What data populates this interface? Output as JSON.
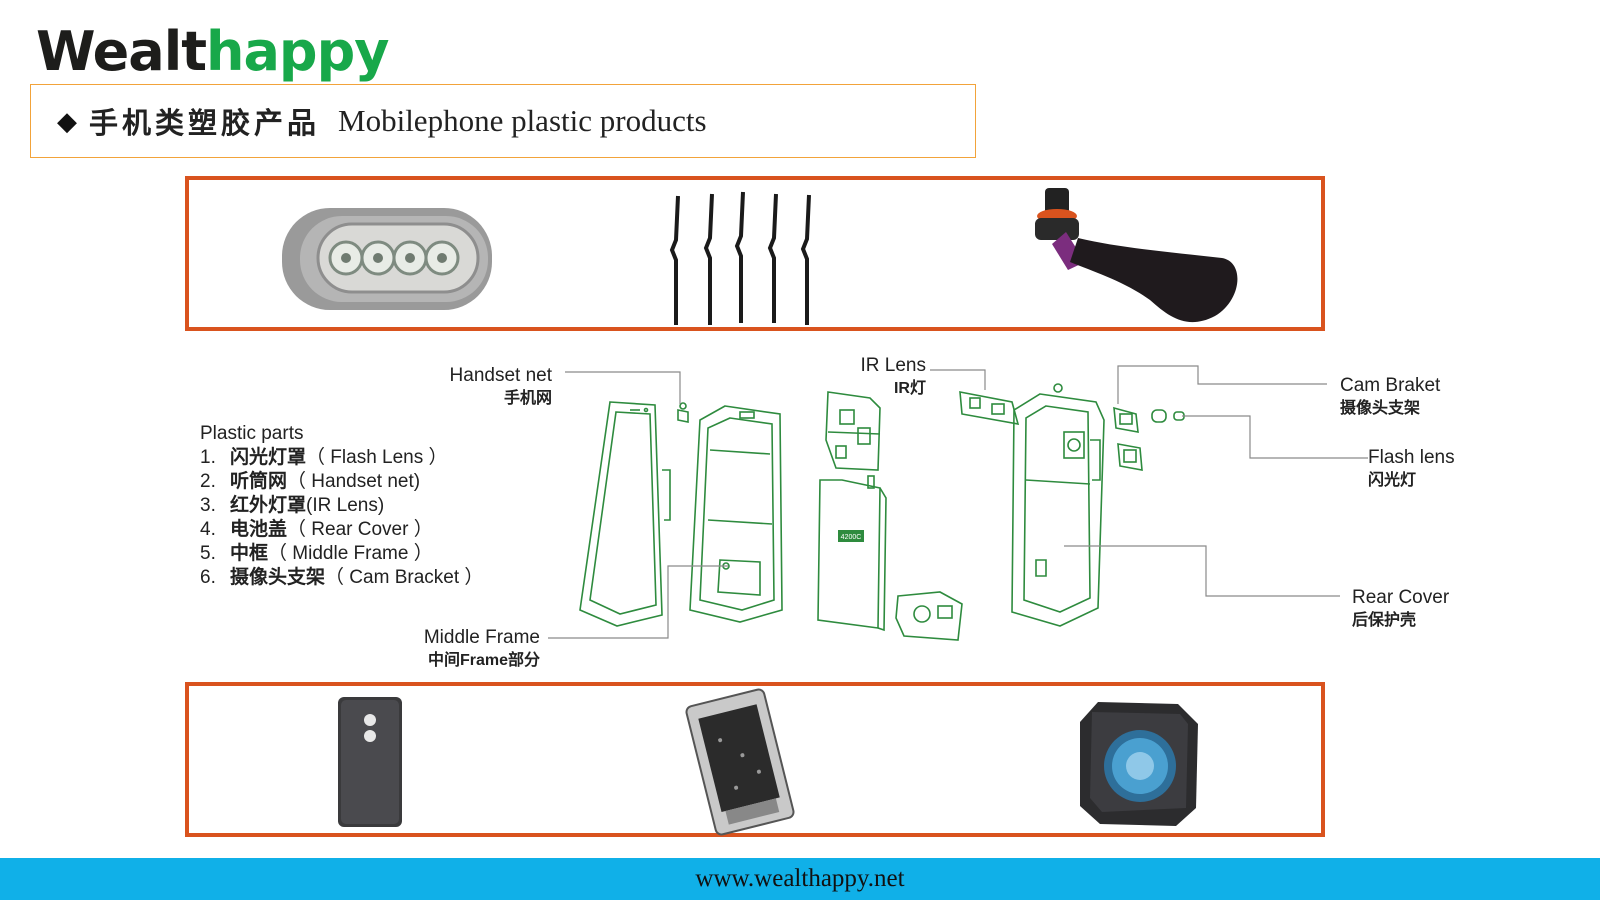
{
  "logo": {
    "part1": "Wealt",
    "part2": "happy"
  },
  "title": {
    "diamond": "◆",
    "chinese": "手机类塑胶产品",
    "english": "Mobilephone plastic products"
  },
  "parts_list": {
    "heading": "Plastic parts",
    "items": [
      {
        "num": "1.",
        "zh": "闪光灯罩",
        "en": "（ Flash Lens ）"
      },
      {
        "num": "2.",
        "zh": "听筒网",
        "en": "（ Handset net)"
      },
      {
        "num": "3.",
        "zh": "红外灯罩",
        "en": "(IR Lens)"
      },
      {
        "num": "4.",
        "zh": "电池盖",
        "en": "（ Rear Cover ）"
      },
      {
        "num": "5.",
        "zh": "中框",
        "en": "（ Middle Frame ）"
      },
      {
        "num": "6.",
        "zh": "摄像头支架",
        "en": "（ Cam Bracket ）"
      }
    ]
  },
  "callouts": {
    "handset_net": {
      "en": "Handset net",
      "zh": "手机网"
    },
    "ir_lens": {
      "en": "IR Lens",
      "zh": "IR灯"
    },
    "cam_braket": {
      "en": "Cam Braket",
      "zh": "摄像头支架"
    },
    "flash_lens": {
      "en": "Flash lens",
      "zh": "闪光灯"
    },
    "rear_cover": {
      "en": "Rear Cover",
      "zh": "后保护壳"
    },
    "middle_frame": {
      "en": "Middle Frame",
      "zh": "中间Frame部分"
    }
  },
  "battery_text": "4200C",
  "footer": {
    "url": "www.wealthappy.net"
  },
  "colors": {
    "frame_border": "#d9531e",
    "title_border": "#f2a33a",
    "footer_bg": "#10b0e8",
    "diagram_green": "#2e8b3e",
    "logo_green": "#18a84a"
  }
}
